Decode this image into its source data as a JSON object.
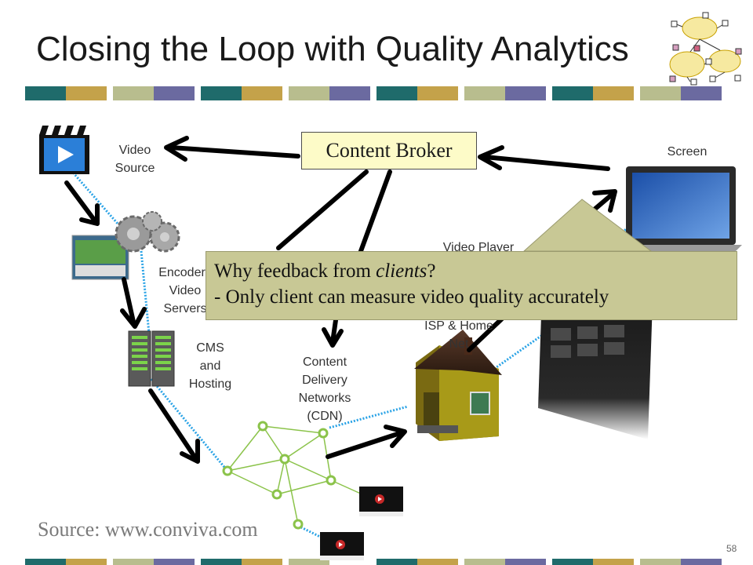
{
  "slide": {
    "title": "Closing the Loop with Quality Analytics",
    "page_number": "58",
    "source": "Source: www.conviva.com"
  },
  "broker": {
    "label": "Content Broker"
  },
  "labels": {
    "video_source": "Video\nSource",
    "encoder": "Encoders\nVideo\nServers",
    "cms": "CMS\nand\nHosting",
    "cdn": "Content\nDelivery\nNetworks\n(CDN)",
    "isp": "ISP & Home\nNet",
    "video_player": "Video Player",
    "screen": "Screen"
  },
  "callout": {
    "line1_prefix": "Why feedback from ",
    "line1_emph": "clients",
    "line1_suffix": "?",
    "line2": "- Only client can measure video quality accurately"
  },
  "stripe_colors": [
    "#1f6b6b",
    "#c4a24a",
    "#b8bd8e",
    "#6b6aa0"
  ],
  "icons": [
    "clapperboard-icon",
    "gears-icon",
    "server-rack-icon",
    "house-icon",
    "laptop-icon",
    "network-graph-icon",
    "video-thumbnail-icon",
    "cloud-network-logo-icon"
  ]
}
